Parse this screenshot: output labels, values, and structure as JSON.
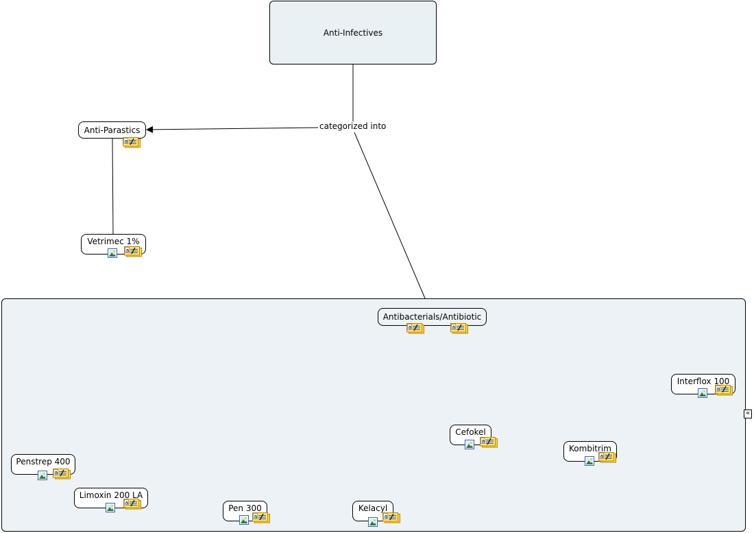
{
  "map": {
    "root": "Anti-Infectives",
    "link_label": "categorized into",
    "anti_parasitics": "Anti-Parastics",
    "vetrimec": "Vetrimec 1%",
    "antibacterials": "Antibacterials/Antibiotic",
    "interflox": "Interflox 100",
    "cefokel": "Cefokel",
    "kombitrim": "Kombitrim",
    "penstrep": "Penstrep 400",
    "limoxin": "Limoxin 200 LA",
    "pen300": "Pen 300",
    "kelacyl": "Kelacyl"
  },
  "icons": {
    "image": "image-resource-icon",
    "note": "notes-resource-icon",
    "collapse": "collapse-double-chevron-icon",
    "collapse_glyph": "«"
  },
  "colors": {
    "group_fill": "#ecf2f5",
    "root_fill": "#eaf1f4",
    "note_fill": "#ffd24a",
    "image_border": "#2f63a8"
  }
}
